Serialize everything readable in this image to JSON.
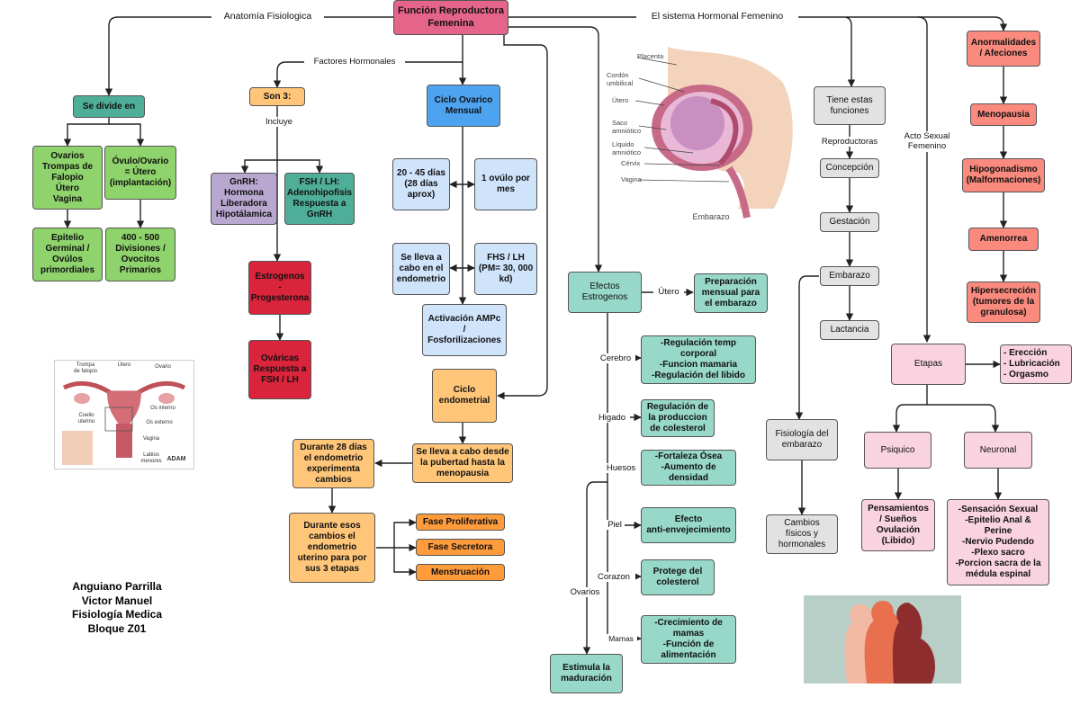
{
  "root": "Función Reproductora\nFemenina",
  "edge_labels": {
    "anatomia": "Anatomía Fisiologica",
    "hormonal": "El sistema Hormonal Femenino",
    "factores": "Factores Hormonales",
    "incluye": "Incluye",
    "reproductoras": "Reproductoras",
    "acto_sexual": "Acto Sexual\nFemenino",
    "utero": "Útero",
    "cerebro": "Cerebro",
    "higado": "Higado",
    "huesos": "Huesos",
    "piel": "Piel",
    "corazon": "Corazon",
    "ovarios": "Ovarios",
    "mamas": "Mamas"
  },
  "anatomia": {
    "divide": "Se divide en",
    "ovarios": "Ovarios\nTrompas de\nFalopio\nÚtero\nVagina",
    "ovulo": "Óvulo/Ovario\n= Útero\n(implantación)",
    "epitelio": "Epitelio\nGerminal /\nOvúlos\nprimordiales",
    "divisiones": "400 - 500\nDivisiones /\nOvocitos\nPrimarios"
  },
  "factores": {
    "son3": "Son 3:",
    "gnrh": "GnRH:\nHormona\nLiberadora\nHipotálamica",
    "fsh": "FSH / LH:\nAdenohipofisis\nRespuesta a\nGnRH",
    "estrogenos": "Estrogenos\n-\nProgesterona",
    "ovaricas": "Ováricas\nRespuesta a\nFSH / LH"
  },
  "ciclo": {
    "ovarico": "Ciclo Ovarico\nMensual",
    "dias": "20 - 45 días\n(28 días\naprox)",
    "ovulo_mes": "1 ovúlo por\nmes",
    "endometrio": "Se lleva a\ncabo en el\nendometrio",
    "fhs_lh": "FHS / LH\n(PM= 30, 000\nkd)",
    "ampc": "Activación AMPc\n/\nFosforilizaciones",
    "endometrial": "Ciclo\nendometrial",
    "pubertad": "Se lleva a cabo desde\nla pubertad hasta la\nmenopausia",
    "durante28": "Durante 28 días\nel endometrio\nexperimenta\ncambios",
    "durante_esos": "Durante esos\ncambios el\nendometrio\nuterino para por\nsus 3 etapas",
    "proliferativa": "Fase Proliferativa",
    "secretora": "Fase Secretora",
    "menstruacion": "Menstruación"
  },
  "efectos": {
    "title": "Efectos\nEstrogenos",
    "preparacion": "Preparación\nmensual para\nel embarazo",
    "cerebro": "-Regulación temp\ncorporal\n-Funcion mamaria\n-Regulación del libido",
    "higado": "Regulación de\nla produccion\nde colesterol",
    "huesos": "-Fortaleza Ósea\n-Aumento de\ndensidad",
    "piel": "Efecto\nanti-envejecimiento",
    "corazon": "Protege del\ncolesterol",
    "mamas": "-Crecimiento de\nmamas\n-Función de\nalimentación",
    "estimula": "Estimula la\nmaduración"
  },
  "embarazo_img": {
    "caption": "Embarazo",
    "labels": [
      "Placenta",
      "Cordón\numbilical",
      "Útero",
      "Saco\namniótico",
      "Líquido\namniótico",
      "Cérvix",
      "Vagina"
    ]
  },
  "funciones": {
    "tiene": "Tiene estas\nfunciones",
    "concepcion": "Concepción",
    "gestacion": "Gestación",
    "embarazo": "Embarazo",
    "lactancia": "Lactancia",
    "fisiologia": "Fisiología del\nembarazo",
    "cambios": "Cambios\nfísicos y\nhormonales"
  },
  "acto": {
    "etapas": "Etapas",
    "respuestas": "- Erección\n- Lubricación\n- Orgasmo",
    "psiquico": "Psiquico",
    "neuronal": "Neuronal",
    "pensamientos": "Pensamientos\n/ Sueños\nOvulación\n(Libido)",
    "sensacion": "-Sensación Sexual\n-Epitelio Anal &\nPerine\n-Nervio Pudendo\n-Plexo sacro\n-Porcion sacra de la\nmédula espinal"
  },
  "anomalias": {
    "title": "Anormalidades\n/ Afeciones",
    "menopausia": "Menopausia",
    "hipogonadismo": "Hipogonadismo\n(Malformaciones)",
    "amenorrea": "Amenorrea",
    "hipersecrecion": "Hipersecreción\n(tumores de la\ngranulosa)"
  },
  "anatomy_img": {
    "labels": [
      "Trompa\nde falopio",
      "Útero",
      "Ovario",
      "Os interno",
      "Cuello\nuterino",
      "Os externo",
      "Vagina",
      "Labios\nmenores"
    ],
    "brand": "ADAM"
  },
  "author": "Anguiano Parrilla\nVictor Manuel\nFisiología Medica\nBloque Z01",
  "colors": {
    "root": "#e4648a",
    "green": "#8fd36c",
    "red": "#d9243b",
    "blue": "#4da3f0",
    "orange": "#ffc679",
    "teal": "#97d8c9",
    "gray": "#e2e2e2",
    "salmon": "#fa8a7e",
    "pink": "#f9d3e0"
  }
}
